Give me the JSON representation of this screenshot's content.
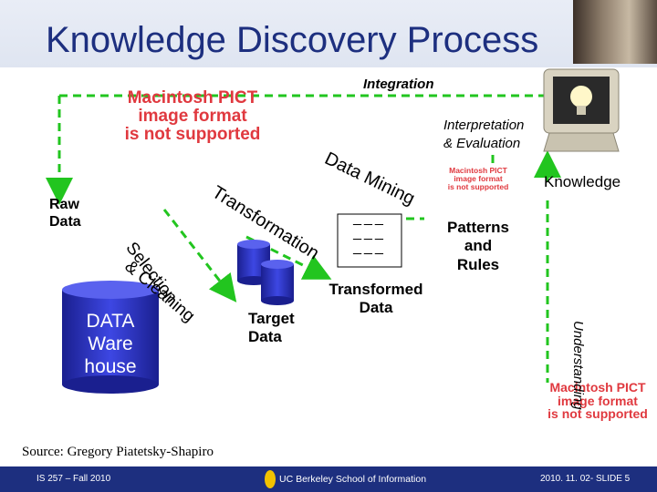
{
  "title": "Knowledge Discovery Process",
  "labels": {
    "integration": "Integration",
    "interpretation": "Interpretation",
    "evaluation": "& Evaluation",
    "knowledge": "Knowledge",
    "raw_data": [
      "Raw",
      "Data"
    ],
    "data_warehouse": [
      "DATA",
      "Ware",
      "house"
    ],
    "target_data": [
      "Target",
      "Data"
    ],
    "transformed_data": [
      "Transformed",
      "Data"
    ],
    "patterns": [
      "Patterns",
      "and",
      "Rules"
    ],
    "understanding": "Understanding",
    "selection": "Selection",
    "cleaning": "& Cleaning",
    "transformation": "Transformation",
    "data_mining": "Data Mining",
    "table_rows": [
      "___",
      "___",
      "___"
    ]
  },
  "pict_placeholder": [
    "Macintosh PICT",
    "image format",
    "is not supported"
  ],
  "source": "Source: Gregory Piatetsky-Shapiro",
  "footer": {
    "left": "IS 257 – Fall 2010",
    "center": "UC Berkeley School of Information",
    "right": "2010. 11. 02- SLIDE 5"
  },
  "colors": {
    "title": "#1d2f7f",
    "arrow": "#22c51f",
    "cylinder": "#2b34c7",
    "pict_text": "#e0393f"
  }
}
